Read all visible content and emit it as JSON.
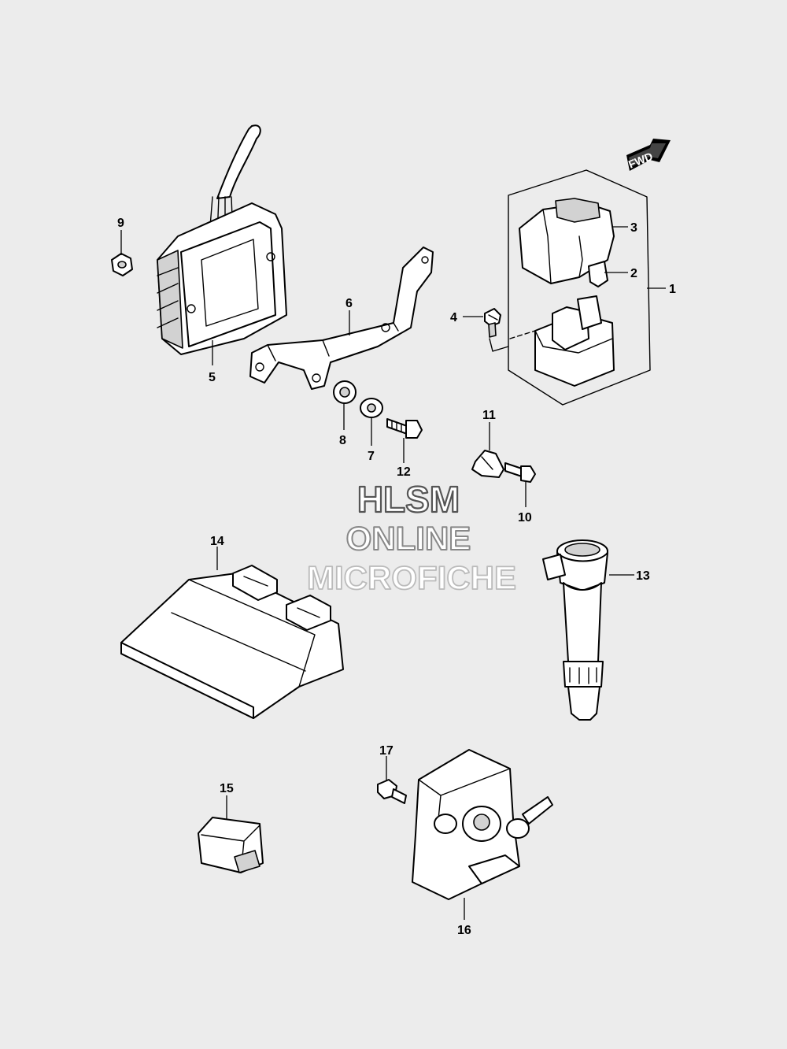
{
  "fwd_label": "FWD",
  "watermark": {
    "line1": "HLSM",
    "line2": "ONLINE",
    "line3": "MICROFICHE"
  },
  "callouts": [
    "1",
    "2",
    "3",
    "4",
    "5",
    "6",
    "7",
    "8",
    "9",
    "10",
    "11",
    "12",
    "13",
    "14",
    "15",
    "16",
    "17"
  ]
}
